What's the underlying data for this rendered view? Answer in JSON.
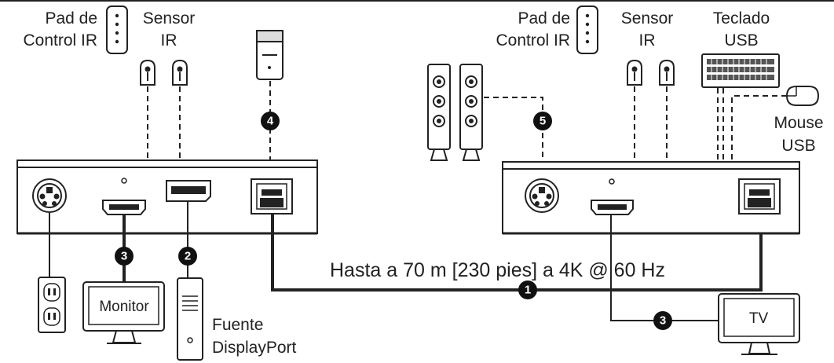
{
  "labels": {
    "left_pad": [
      "Pad de",
      "Control IR"
    ],
    "left_sensor": [
      "Sensor",
      "IR"
    ],
    "right_pad": [
      "Pad de",
      "Control IR"
    ],
    "right_sensor": [
      "Sensor",
      "IR"
    ],
    "keyboard": [
      "Teclado",
      "USB"
    ],
    "mouse": [
      "Mouse",
      "USB"
    ],
    "monitor": "Monitor",
    "tv": "TV",
    "source": [
      "Fuente",
      "DisplayPort"
    ],
    "cable_note": "Hasta a 70 m [230 pies] a 4K @ 60 Hz"
  },
  "callouts": {
    "one": "1",
    "two": "2",
    "three_left": "3",
    "three_right": "3",
    "four": "4",
    "five": "5"
  },
  "colors": {
    "line": "#222222",
    "device_fill": "#ffffff",
    "callout": "#111111"
  }
}
